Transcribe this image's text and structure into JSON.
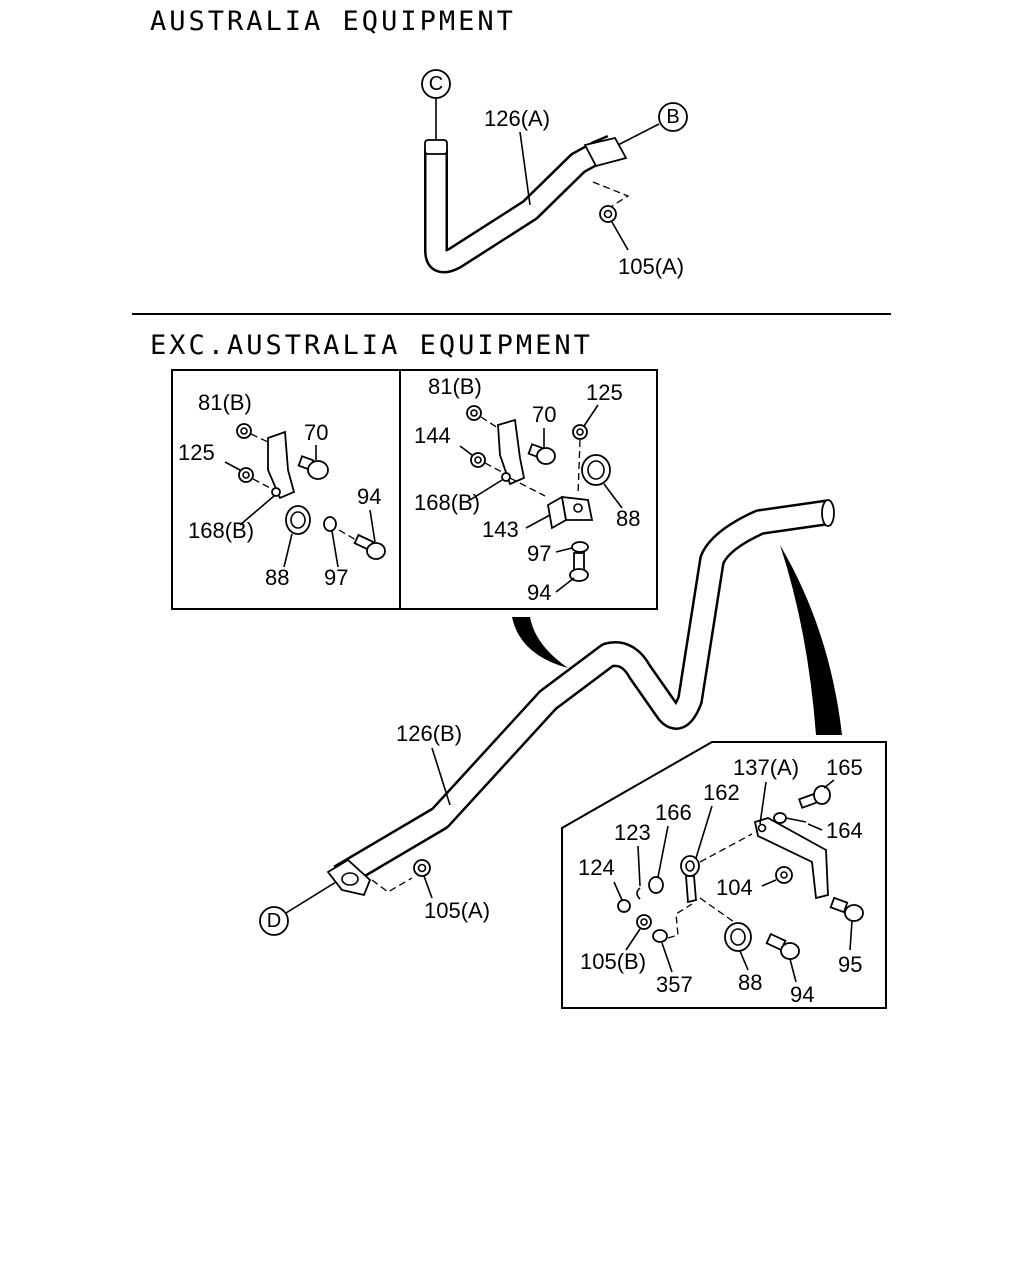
{
  "sections": {
    "australia": {
      "title": "AUSTRALIA EQUIPMENT",
      "callouts": {
        "c": "C",
        "b": "B"
      },
      "labels": {
        "pipe": "126(A)",
        "nut": "105(A)"
      }
    },
    "exc_australia": {
      "title": "EXC.AUSTRALIA EQUIPMENT",
      "callouts": {
        "d": "D"
      },
      "labels": {
        "pipe": "126(B)",
        "nut": "105(A)"
      }
    }
  },
  "detail_left": {
    "labels": [
      "81(B)",
      "70",
      "125",
      "94",
      "168(B)",
      "88",
      "97"
    ]
  },
  "detail_middle": {
    "labels": [
      "81(B)",
      "125",
      "70",
      "144",
      "168(B)",
      "143",
      "88",
      "97",
      "94"
    ]
  },
  "detail_bottom": {
    "labels": [
      "137(A)",
      "165",
      "162",
      "166",
      "164",
      "123",
      "124",
      "104",
      "95",
      "105(B)",
      "357",
      "88",
      "94"
    ]
  }
}
